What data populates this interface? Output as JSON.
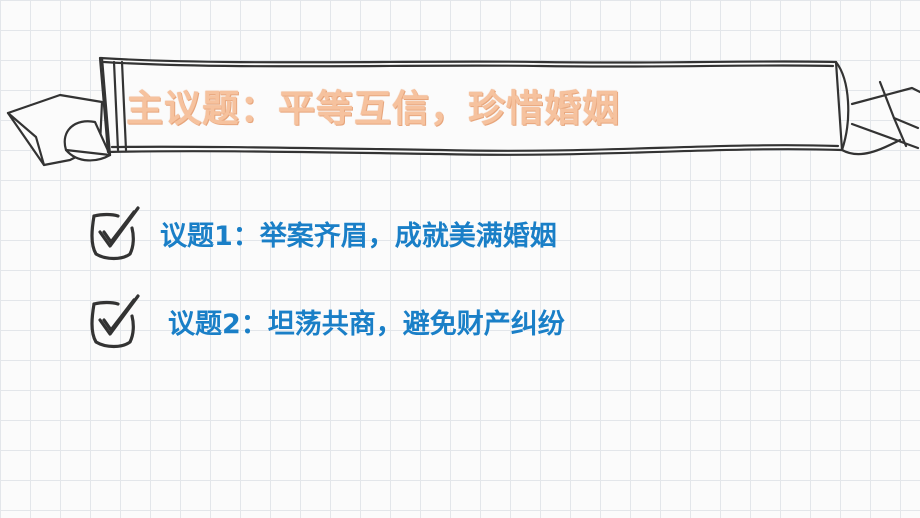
{
  "slide": {
    "title": "主议题：平等互信，珍惜婚姻",
    "topics": [
      {
        "label": "议题1：举案齐眉，成就美满婚姻"
      },
      {
        "label": "议题2：坦荡共商，避免财产纠纷"
      }
    ]
  },
  "icons": {
    "banner": "ribbon-banner-icon",
    "check": "checkbox-check-icon"
  },
  "colors": {
    "title": "#f6c29e",
    "topic_text": "#1a7fc7",
    "ink": "#333333",
    "grid": "#e3e6ea"
  }
}
